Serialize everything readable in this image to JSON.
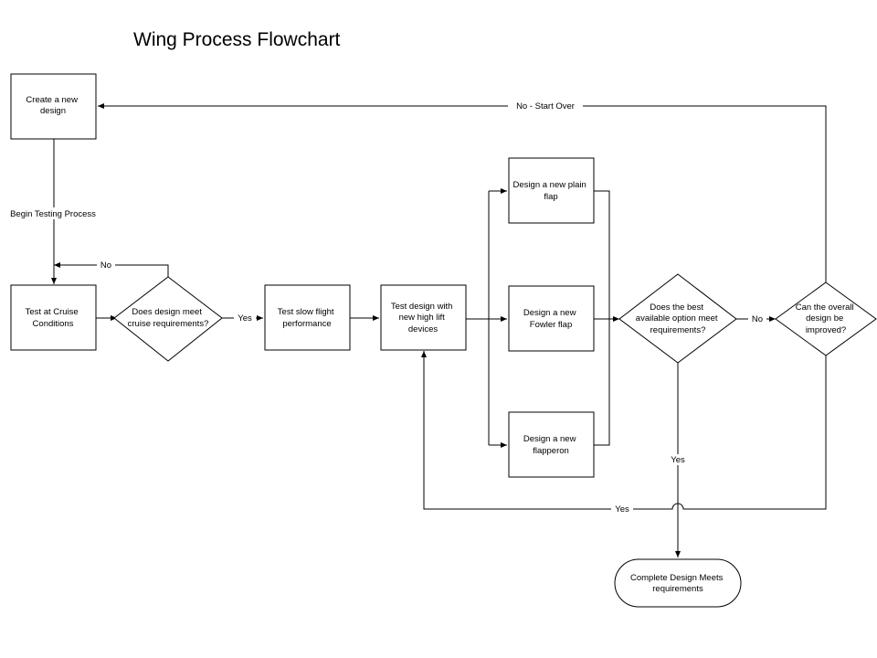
{
  "title": "Wing Process Flowchart",
  "nodes": {
    "create_design": [
      "Create a new",
      "design"
    ],
    "test_cruise": [
      "Test at Cruise",
      "Conditions"
    ],
    "cruise_decision": [
      "Does design meet",
      "cruise requirements?"
    ],
    "test_slow": [
      "Test slow flight",
      "performance"
    ],
    "test_high_lift": [
      "Test design with",
      "new high lift",
      "devices"
    ],
    "plain_flap": [
      "Design a new plain",
      "flap"
    ],
    "fowler_flap": [
      "Design a new",
      "Fowler flap"
    ],
    "flapperon": [
      "Design a new",
      "flapperon"
    ],
    "best_option_decision": [
      "Does the best",
      "available option meet",
      "requirements?"
    ],
    "improve_decision": [
      "Can the overall",
      "design be",
      "improved?"
    ],
    "complete": [
      "Complete Design Meets",
      "requirements"
    ]
  },
  "edge_labels": {
    "begin_testing": "Begin Testing Process",
    "cruise_no": "No",
    "cruise_yes": "Yes",
    "best_no": "No",
    "best_yes": "Yes",
    "improve_yes": "Yes",
    "improve_no": "No - Start Over"
  }
}
